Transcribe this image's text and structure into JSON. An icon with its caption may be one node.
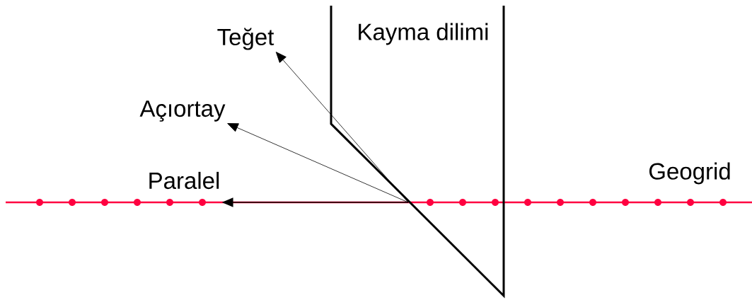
{
  "diagram": {
    "nodes": [
      {
        "text": [
          "Teğet"
        ]
      },
      {
        "text": [
          "Açıortay"
        ]
      },
      {
        "text": [
          "Paralel"
        ]
      }
    ],
    "edges": [
      {
        "from": null,
        "to": 0,
        "arrow": "to"
      },
      {
        "from": null,
        "to": 1,
        "arrow": "to"
      },
      {
        "from": null,
        "to": 2,
        "arrow": "to"
      }
    ],
    "labels": [
      "Kayma dilimi",
      "Geogrid"
    ]
  }
}
